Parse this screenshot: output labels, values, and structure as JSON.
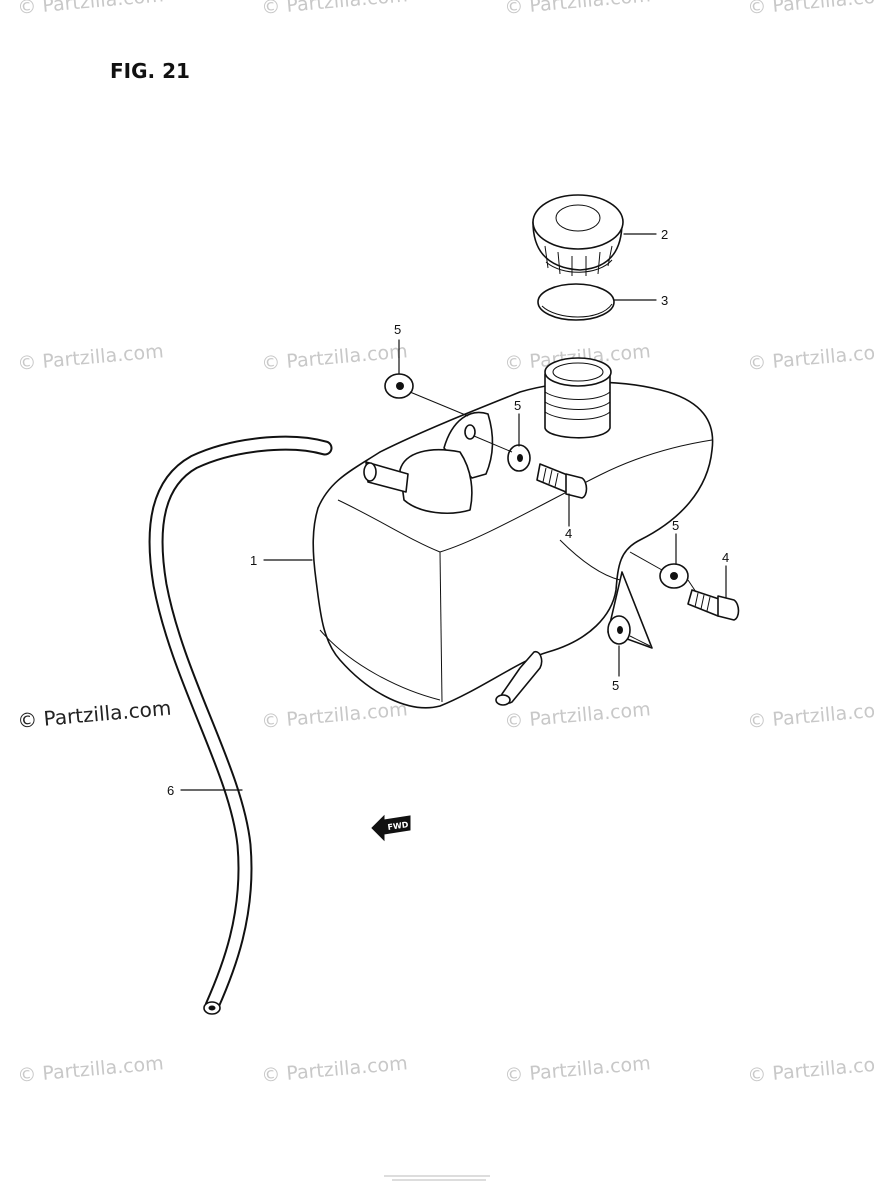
{
  "figure": {
    "title": "FIG. 21"
  },
  "watermark": {
    "text": "© Partzilla.com"
  },
  "callouts": [
    {
      "id": "c1",
      "label": "1"
    },
    {
      "id": "c2",
      "label": "2"
    },
    {
      "id": "c3",
      "label": "3"
    },
    {
      "id": "c4a",
      "label": "4"
    },
    {
      "id": "c4b",
      "label": "4"
    },
    {
      "id": "c5a",
      "label": "5"
    },
    {
      "id": "c5b",
      "label": "5"
    },
    {
      "id": "c5c",
      "label": "5"
    },
    {
      "id": "c5d",
      "label": "5"
    },
    {
      "id": "c6",
      "label": "6"
    }
  ],
  "direction_arrow": {
    "label": "FWD"
  },
  "icons": [
    "fwd-arrow-icon"
  ]
}
